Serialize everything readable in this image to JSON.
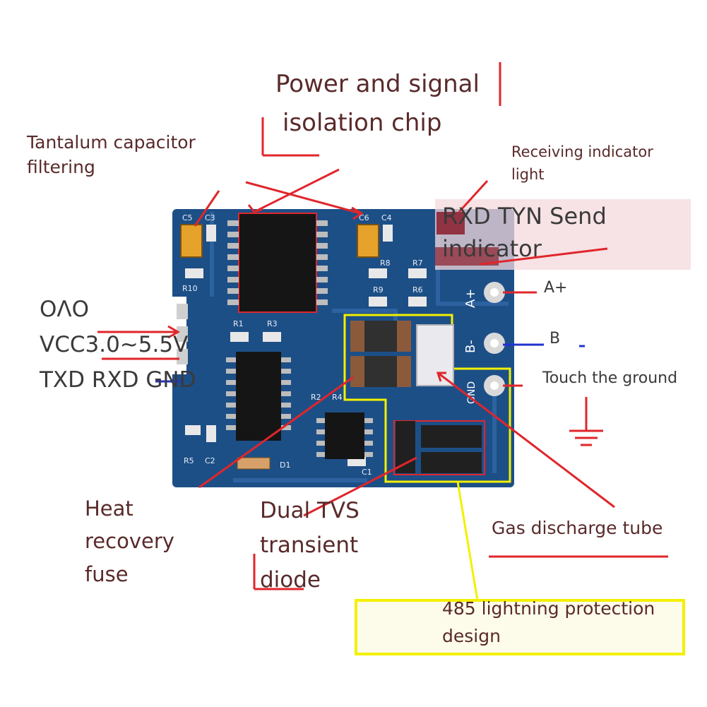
{
  "labels": {
    "isolation_chip": [
      "Power and signal",
      "isolation chip"
    ],
    "tantalum": [
      "Tantalum capacitor",
      "filtering"
    ],
    "receiving": [
      "Receiving indicator",
      "light"
    ],
    "send": [
      "RXD TYN Send",
      "indicator"
    ],
    "pins_left": [
      "OΛO",
      "VCC3.0~5.5V",
      "TXD RXD GND"
    ],
    "a_plus": "A+",
    "b": "B",
    "ground": "Touch the ground",
    "fuse": [
      "Heat",
      "recovery",
      "fuse"
    ],
    "tvs": [
      "Dual TVS",
      "transient",
      "diode"
    ],
    "gas": "Gas discharge tube",
    "lightning": [
      "485 lightning protection",
      "design"
    ]
  },
  "board": {
    "pin_labels": [
      "A+",
      "B-",
      "GND"
    ],
    "silkscreen": [
      "C5",
      "C3",
      "C6",
      "C4",
      "R10",
      "R8",
      "R7",
      "R9",
      "R6",
      "R1",
      "R3",
      "R2",
      "R5",
      "C2",
      "C1",
      "R4",
      "D1"
    ]
  },
  "colors": {
    "pcb": "#1d4f87",
    "pcb_dark": "#163e6e",
    "arrow_red": "#e0262b",
    "highlight_yellow": "#f4f000",
    "label_text": "#5a2a2a",
    "tantalum": "#e6a22a"
  }
}
